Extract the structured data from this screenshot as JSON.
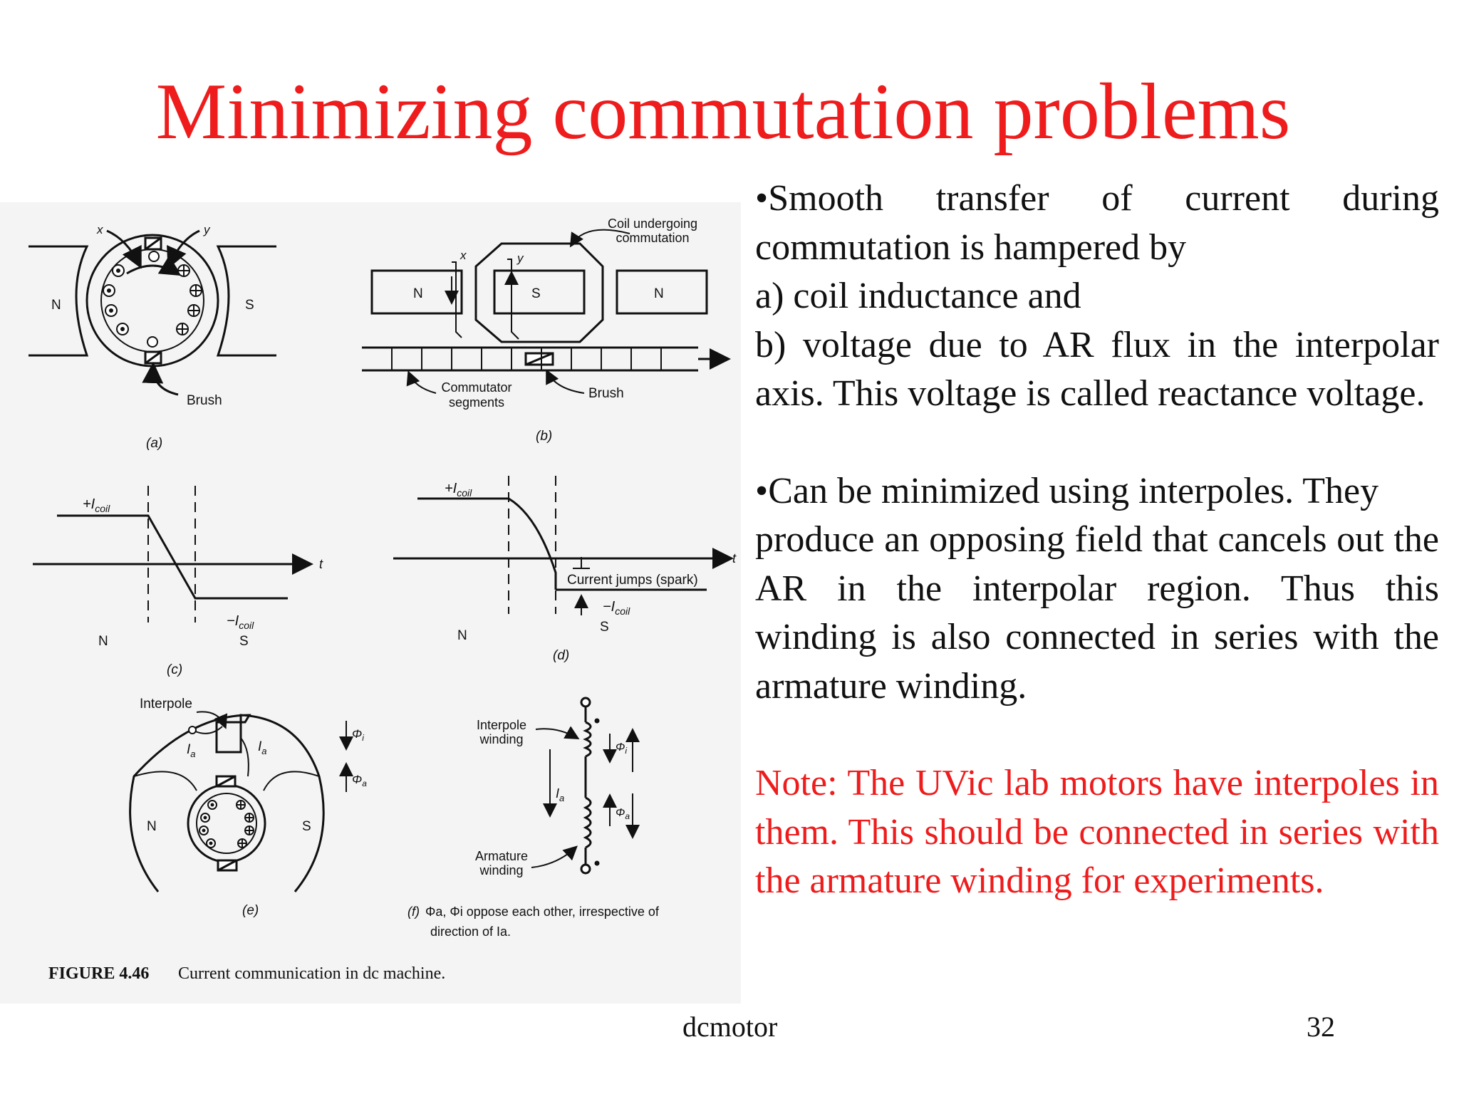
{
  "slide": {
    "title": "Minimizing commutation problems",
    "bullet1": {
      "lines": [
        "•Smooth transfer of current during commutation is hampered by",
        "a) coil inductance and",
        "b) voltage due to AR flux in the interpolar axis. This voltage is called reactance voltage."
      ]
    },
    "bullet2": {
      "lines": [
        "•Can be minimized using interpoles. They",
        "produce an opposing field that cancels out the AR in the interpolar region. Thus this winding is also connected in series with the armature winding."
      ]
    },
    "note": "Note: The UVic lab motors have interpoles in them. This should be connected in series with the armature winding for experiments.",
    "footer_left": "dcmotor",
    "page_number": "32"
  },
  "figure": {
    "caption_number": "FIGURE 4.46",
    "caption_text": "Current communication in dc machine.",
    "panel_a": {
      "label": "(a)",
      "north": "N",
      "south": "S",
      "brush": "Brush",
      "x": "x",
      "y": "y"
    },
    "panel_b": {
      "label": "(b)",
      "north1": "N",
      "south": "S",
      "north2": "N",
      "coil": "Coil undergoing commutation",
      "commutator": "Commutator segments",
      "brush": "Brush",
      "x": "x",
      "y": "y"
    },
    "panel_c": {
      "label": "(c)",
      "plus": "+I",
      "minus": "−I",
      "sub": "coil",
      "t": "t",
      "north": "N",
      "south": "S"
    },
    "panel_d": {
      "label": "(d)",
      "plus": "+I",
      "minus": "−I",
      "sub": "coil",
      "t": "t",
      "north": "N",
      "south": "S",
      "spark": "Current jumps (spark)"
    },
    "panel_e": {
      "label": "(e)",
      "interpole": "Interpole",
      "north": "N",
      "south": "S",
      "ia": "I",
      "a_sub": "a",
      "phi": "Φ",
      "i_sub": "i"
    },
    "panel_f": {
      "label": "(f)",
      "interpole_winding": "Interpole winding",
      "armature_winding": "Armature winding",
      "note": "Φa, Φi oppose each other, irrespective of",
      "note2": "direction of Ia."
    }
  }
}
